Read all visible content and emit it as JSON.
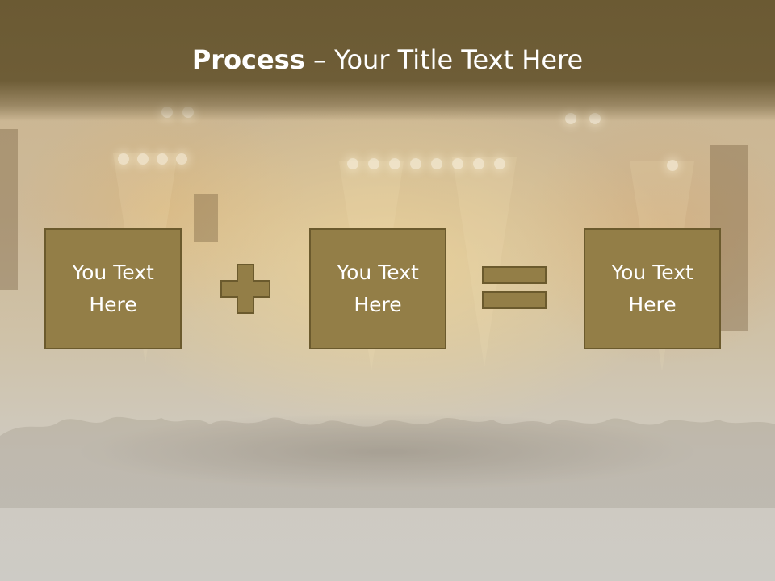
{
  "title": {
    "bold": "Process",
    "rest": " – Your Title Text Here"
  },
  "boxes": [
    {
      "line1": "You Text",
      "line2": "Here"
    },
    {
      "line1": "You Text",
      "line2": "Here"
    },
    {
      "line1": "You Text",
      "line2": "Here"
    }
  ],
  "operators": [
    "plus-icon",
    "equals-icon"
  ],
  "colors": {
    "header": "#6e5d37",
    "box_fill": "#937e47",
    "box_border": "#6b5a2d",
    "title_text": "#ffffff"
  }
}
